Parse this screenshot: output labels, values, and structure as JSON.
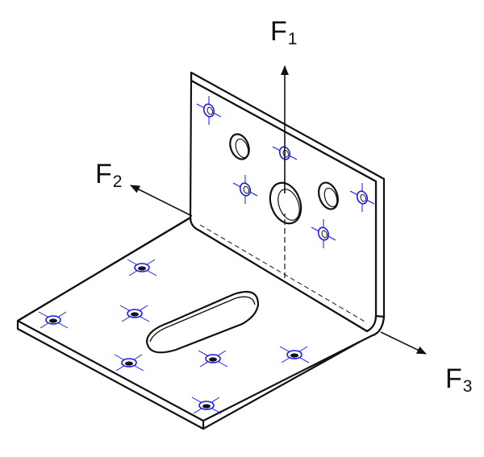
{
  "forces": [
    {
      "id": "f1",
      "symbol": "F",
      "subscript": "1"
    },
    {
      "id": "f2",
      "symbol": "F",
      "subscript": "2"
    },
    {
      "id": "f3",
      "symbol": "F",
      "subscript": "3"
    }
  ],
  "colors": {
    "outline": "#111111",
    "fastener_mark": "#1a1aee",
    "background": "#ffffff"
  }
}
